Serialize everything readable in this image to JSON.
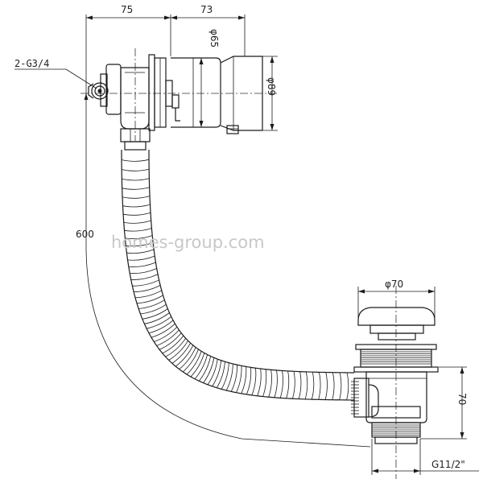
{
  "dimensions": {
    "top_left": "75",
    "top_right": "73",
    "dia_65": "φ65",
    "dia_89": "φ89",
    "thread_left": "2-G3/4",
    "length_600": "600",
    "dia_70": "φ70",
    "height_70": "70",
    "thread_bottom": "G11/2\""
  },
  "watermark": "homes-group.com",
  "colors": {
    "line": "#1a1a1a",
    "watermark": "#c8c8c8"
  }
}
